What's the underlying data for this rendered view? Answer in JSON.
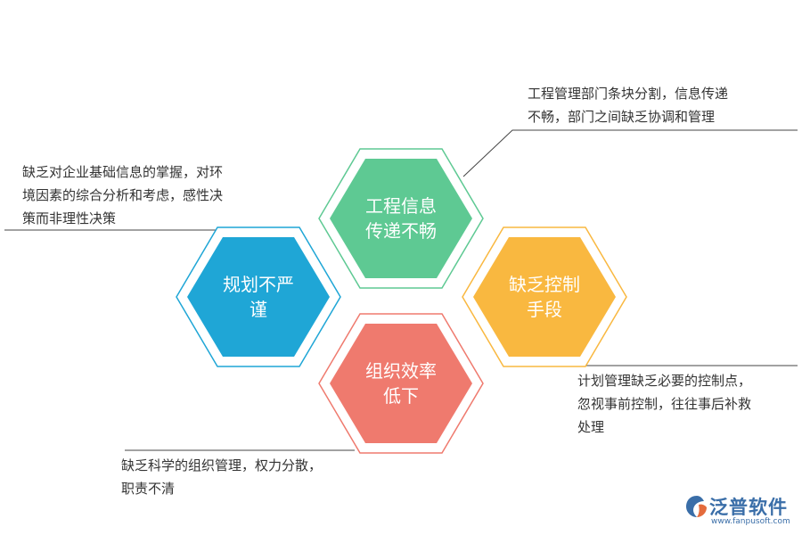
{
  "hexagons": [
    {
      "id": "info",
      "lines": [
        "工程信息",
        "传递不畅"
      ],
      "color": "#5ec993",
      "border": "#5ec993"
    },
    {
      "id": "plan",
      "lines": [
        "规划不严",
        "谨"
      ],
      "color": "#1fa6d6",
      "border": "#1fa6d6"
    },
    {
      "id": "control",
      "lines": [
        "缺乏控制",
        "手段"
      ],
      "color": "#f9b840",
      "border": "#f9b840"
    },
    {
      "id": "efficiency",
      "lines": [
        "组织效率",
        "低下"
      ],
      "color": "#ef7a6e",
      "border": "#ef7a6e"
    }
  ],
  "notes": {
    "top_right": [
      "工程管理部门条块分割，信息传递",
      "不畅，部门之间缺乏协调和管理"
    ],
    "left": [
      "缺乏对企业基础信息的掌握，对环",
      "境因素的综合分析和考虑，感性决",
      "策而非理性决策"
    ],
    "right": [
      "计划管理缺乏必要的控制点，",
      "忽视事前控制，往往事后补救",
      "处理"
    ],
    "bottom": [
      "缺乏科学的组织管理，权力分散，",
      "职责不清"
    ]
  },
  "logo": {
    "name": "泛普软件",
    "url": "www.fanpusoft.com",
    "color": "#3a6ea8"
  },
  "colors": {
    "connector": "#444444"
  }
}
